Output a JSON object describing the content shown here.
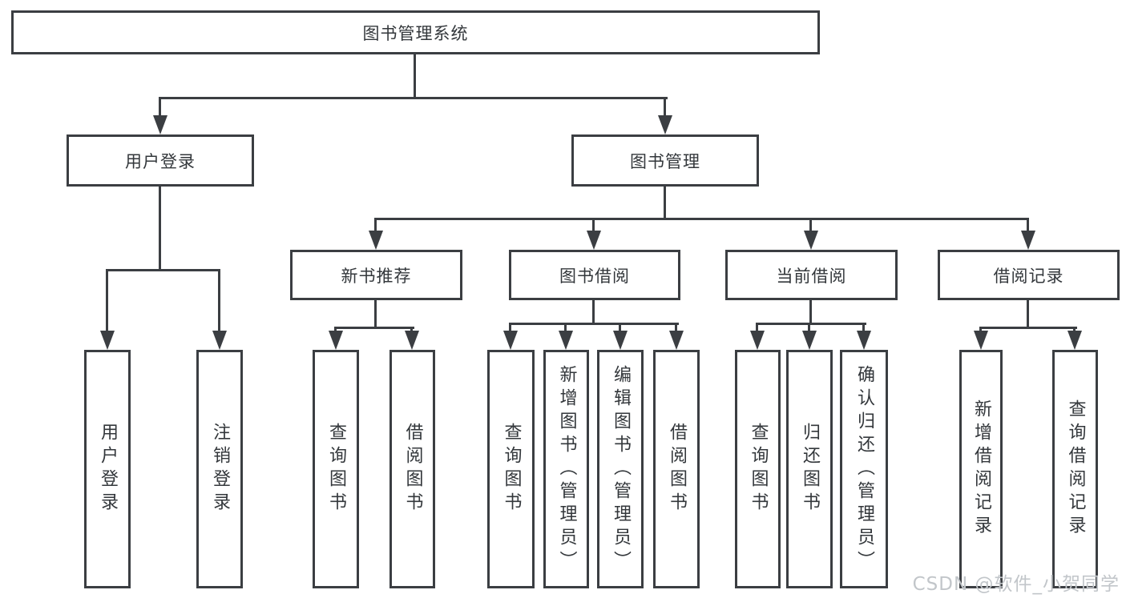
{
  "diagram": {
    "title_node": {
      "label": "图书管理系统"
    },
    "level2": [
      {
        "label": "用户登录"
      },
      {
        "label": "图书管理"
      }
    ],
    "level3": [
      {
        "label": "新书推荐"
      },
      {
        "label": "图书借阅"
      },
      {
        "label": "当前借阅"
      },
      {
        "label": "借阅记录"
      }
    ],
    "leaves": [
      {
        "label": "用户登录"
      },
      {
        "label": "注销登录"
      },
      {
        "label": "查询图书"
      },
      {
        "label": "借阅图书"
      },
      {
        "label": "查询图书"
      },
      {
        "label": "新增图书（管理员）"
      },
      {
        "label": "编辑图书（管理员）"
      },
      {
        "label": "借阅图书"
      },
      {
        "label": "查询图书"
      },
      {
        "label": "归还图书"
      },
      {
        "label": "确认归还（管理员）"
      },
      {
        "label": "新增借阅记录"
      },
      {
        "label": "查询借阅记录"
      }
    ],
    "watermark": "CSDN @软件_小贺同学",
    "colors": {
      "line": "#3b3e42",
      "text": "#33373b",
      "watermark": "#c2c6ca",
      "background": "#ffffff"
    }
  }
}
